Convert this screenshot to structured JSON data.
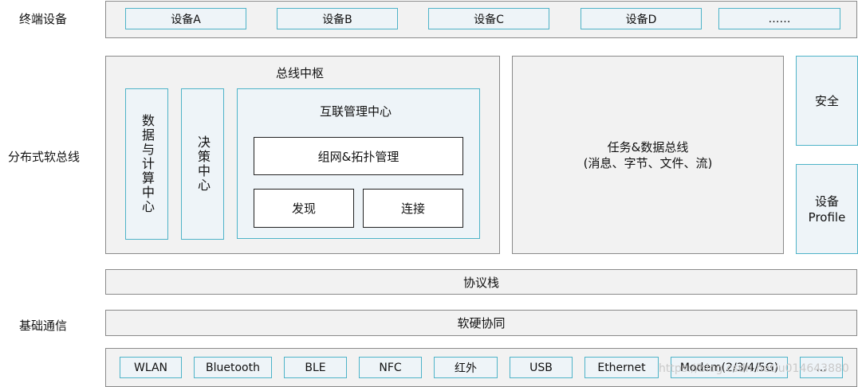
{
  "row_labels": {
    "terminal": "终端设备",
    "soft_bus": "分布式软总线",
    "basic_comm": "基础通信"
  },
  "terminal_devices": [
    "设备A",
    "设备B",
    "设备C",
    "设备D",
    "……"
  ],
  "bus_hub": {
    "title": "总线中枢",
    "data_compute_center": "数据与计算中心",
    "decision_center": "决策中心",
    "interconnect_center": {
      "title": "互联管理中心",
      "networking": "组网&拓扑管理",
      "discovery": "发现",
      "connection": "连接"
    }
  },
  "task_data_bus": {
    "title": "任务&数据总线",
    "subtitle": "(消息、字节、文件、流)"
  },
  "security": "安全",
  "device_profile": {
    "line1": "设备",
    "line2": "Profile"
  },
  "protocol_stack": "协议栈",
  "hw_sw_collab": "软硬协同",
  "protocols": [
    "WLAN",
    "Bluetooth",
    "BLE",
    "NFC",
    "红外",
    "USB",
    "Ethernet",
    "Modem(2/3/4/5G)",
    "..."
  ],
  "watermark": "https://blog.csdn.net/u014643880"
}
